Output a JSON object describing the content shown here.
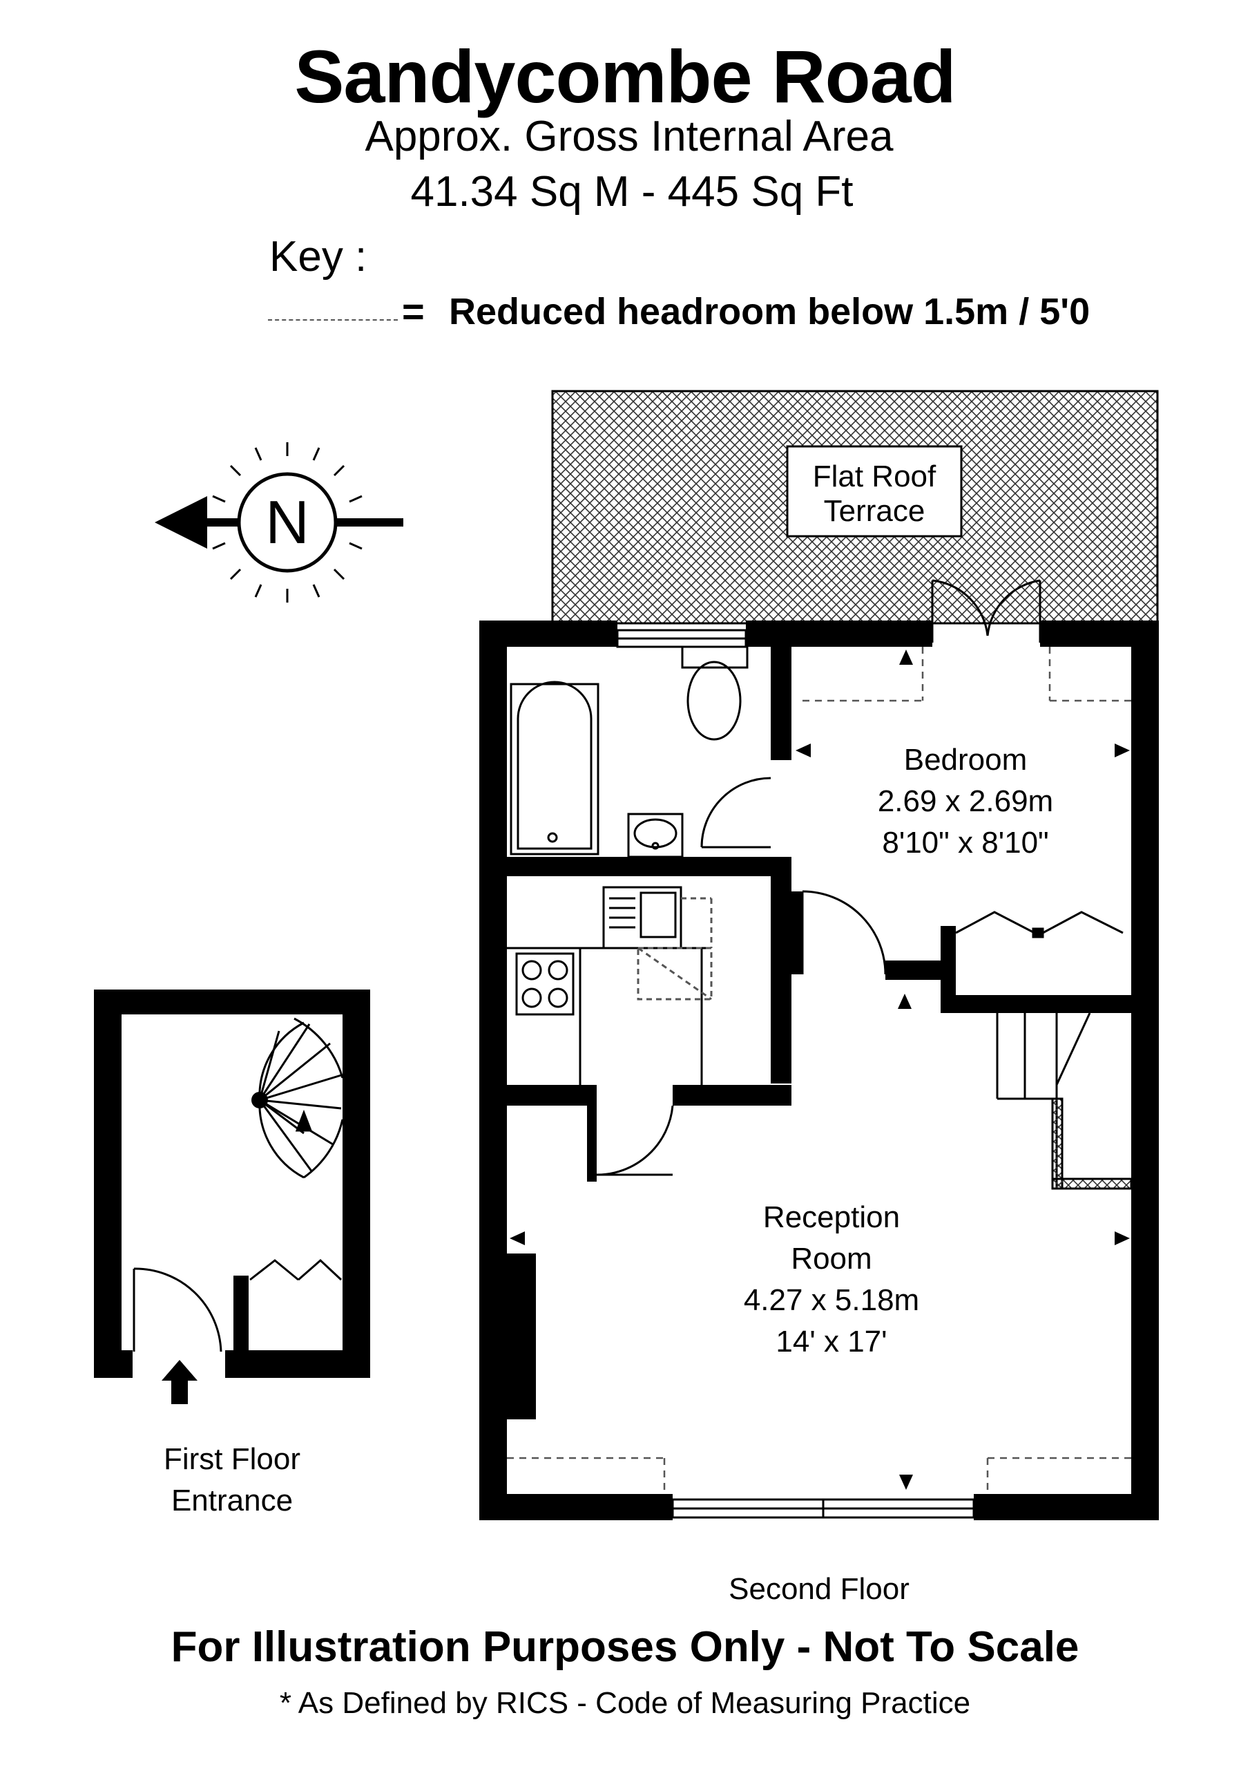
{
  "header": {
    "title": "Sandycombe Road",
    "subtitle": "Approx. Gross Internal Area",
    "area": "41.34 Sq M  -  445 Sq Ft"
  },
  "key": {
    "label": "Key :",
    "equals": "=",
    "description": "Reduced  headroom below 1.5m / 5'0"
  },
  "compass": {
    "letter": "N",
    "icon": "north-arrow-icon"
  },
  "terrace": {
    "line1": "Flat Roof",
    "line2": "Terrace"
  },
  "rooms": {
    "bedroom": {
      "name": "Bedroom",
      "metric": "2.69 x 2.69m",
      "imperial": "8'10\" x 8'10\""
    },
    "reception": {
      "name_line1": "Reception",
      "name_line2": "Room",
      "metric": "4.27 x 5.18m",
      "imperial": "14' x 17'"
    }
  },
  "floors": {
    "first": {
      "line1": "First Floor",
      "line2": "Entrance"
    },
    "second": "Second Floor"
  },
  "footer": {
    "disclaimer": "For Illustration Purposes Only - Not To Scale",
    "footnote": "* As Defined by RICS - Code of Measuring Practice"
  },
  "colors": {
    "walls": "#000000",
    "hatch": "#333333",
    "dashed": "#555555"
  }
}
